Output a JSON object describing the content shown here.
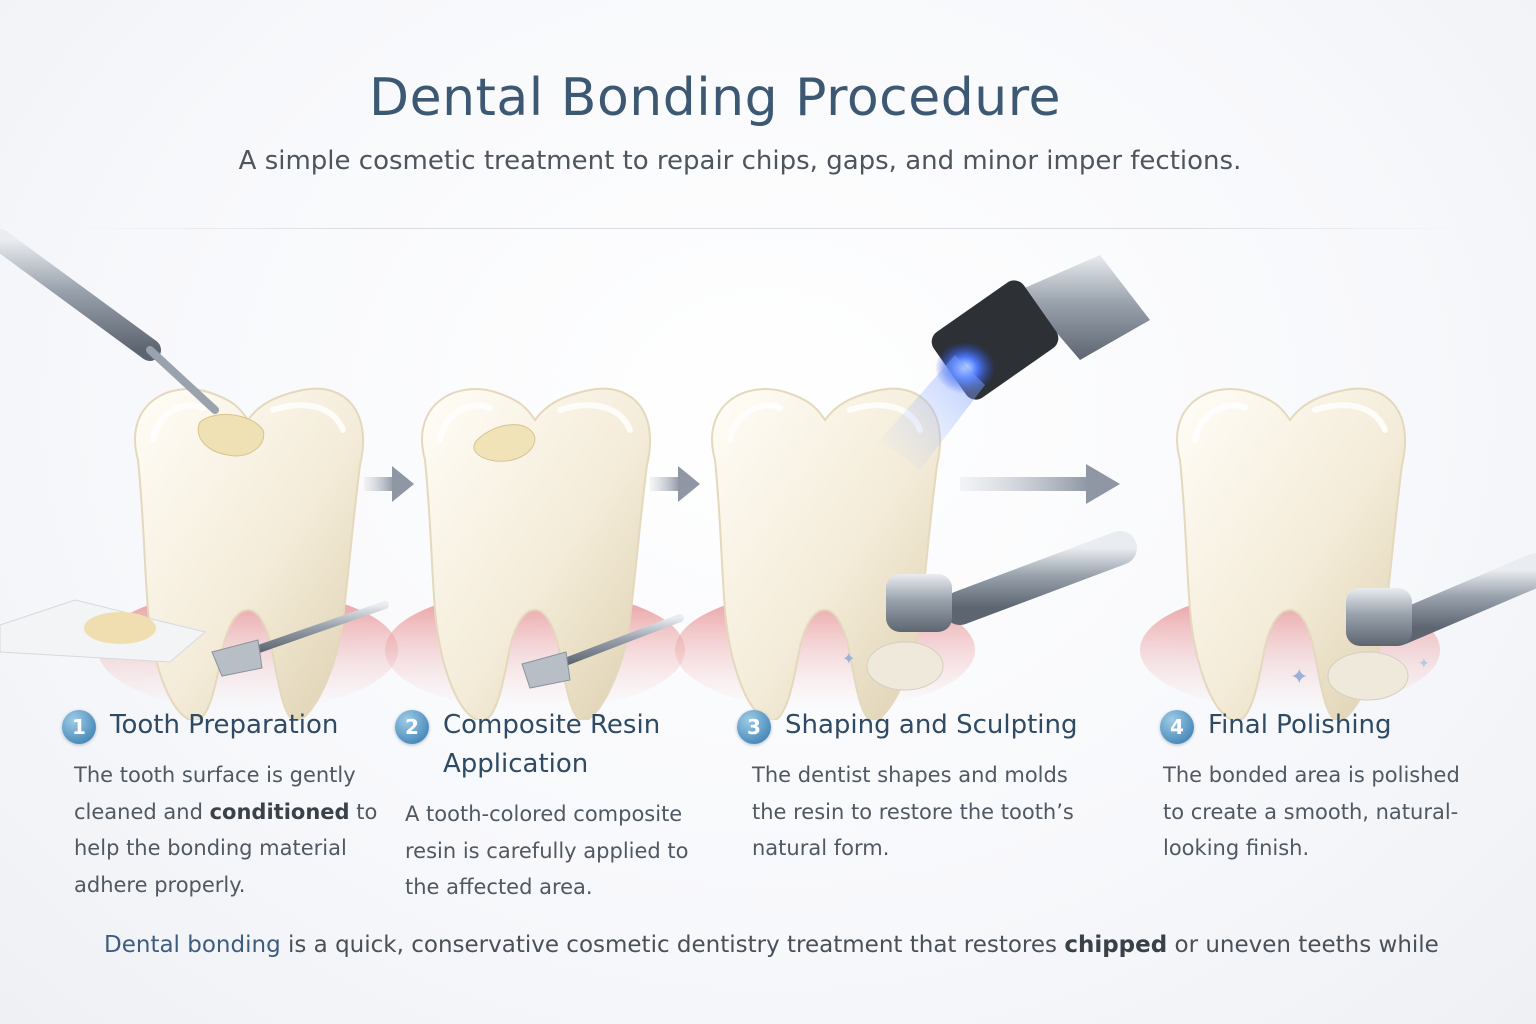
{
  "header": {
    "title": "Dental Bonding Procedure",
    "subtitle": "A simple cosmetic treatment to repair chips, gaps, and minor imper fections."
  },
  "colors": {
    "title": "#3d5872",
    "badge": "#4f8fbd",
    "tooth": "#f3ead6",
    "gum": "#e48b8e",
    "curing_light": "#3a6cff"
  },
  "steps": [
    {
      "number": "1",
      "title": "Tooth Preparation",
      "body_a": "The tooth surface is gently cleaned and ",
      "body_bold": "conditioned",
      "body_b": " to help the bonding material adhere properly."
    },
    {
      "number": "2",
      "title": "Composite Resin Application",
      "body": "A tooth-colored composite resin is carefully applied to the affected area."
    },
    {
      "number": "3",
      "title": "Shaping and Sculpting",
      "body": "The dentist shapes and molds the resin to restore the tooth’s natural form."
    },
    {
      "number": "4",
      "title": "Final Polishing",
      "body": "The bonded area is polished to create a smooth, natural-looking finish."
    }
  ],
  "footer": {
    "lead": "Dental bonding",
    "mid": " is a quick, conservative cosmetic dentistry treatment that restores ",
    "bold": "chipped",
    "tail": " or uneven teeths while"
  }
}
